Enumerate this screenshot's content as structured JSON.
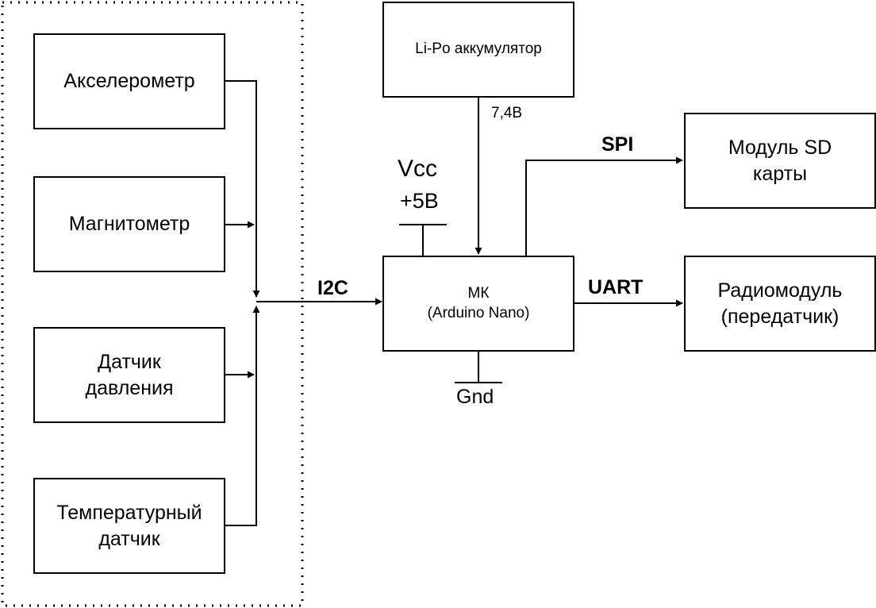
{
  "sensors": {
    "accelerometer": "Акселерометр",
    "magnetometer": "Магнитометр",
    "pressure": [
      "Датчик",
      "давления"
    ],
    "temperature": [
      "Температурный",
      "датчик"
    ]
  },
  "battery": {
    "label": "Li-Po аккумулятор",
    "voltage": "7,4В"
  },
  "mcu": {
    "line1": "МК",
    "line2": "(Arduino Nano)"
  },
  "power": {
    "vcc": "Vcc",
    "vcc_value": "+5В",
    "gnd": "Gnd"
  },
  "sd_module": [
    "Модуль SD",
    "карты"
  ],
  "radio_module": [
    "Радиомодуль",
    "(передатчик)"
  ],
  "buses": {
    "i2c": "I2C",
    "spi": "SPI",
    "uart": "UART"
  }
}
